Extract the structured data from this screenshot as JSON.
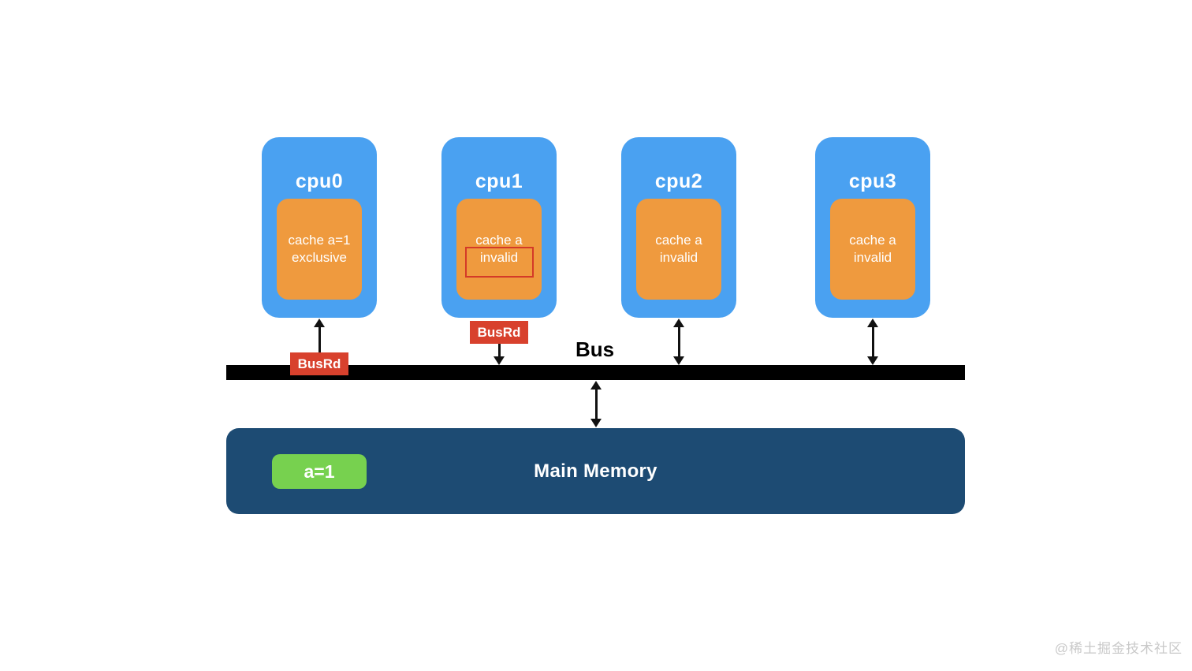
{
  "diagram_title": "cache coherence bus snooping diagram",
  "cpus": [
    {
      "label": "cpu0",
      "cache_line1": "cache a=1",
      "cache_line2": "exclusive",
      "state": "exclusive",
      "busrd_label": "BusRd",
      "arrow_direction": "up"
    },
    {
      "label": "cpu1",
      "cache_line1": "cache a",
      "cache_line2": "invalid",
      "state": "invalid",
      "busrd_label": "BusRd",
      "arrow_direction": "down",
      "highlighted": true
    },
    {
      "label": "cpu2",
      "cache_line1": "cache a",
      "cache_line2": "invalid",
      "state": "invalid",
      "arrow_direction": "both"
    },
    {
      "label": "cpu3",
      "cache_line1": "cache a",
      "cache_line2": "invalid",
      "state": "invalid",
      "arrow_direction": "both"
    }
  ],
  "bus": {
    "label": "Bus"
  },
  "memory": {
    "label": "Main Memory",
    "value_badge": "a=1"
  },
  "watermark": {
    "text": "@稀土掘金技术社区"
  },
  "colors": {
    "cpu_box": "#4aa1f1",
    "cache_box": "#ef9a3e",
    "busrd_badge": "#d8412d",
    "highlight_outline": "#d43a28",
    "bus_bar": "#000000",
    "memory_box": "#1d4b73",
    "value_badge": "#77d14f",
    "text_on_fill": "#ffffff",
    "watermark": "#c9c9c9"
  }
}
